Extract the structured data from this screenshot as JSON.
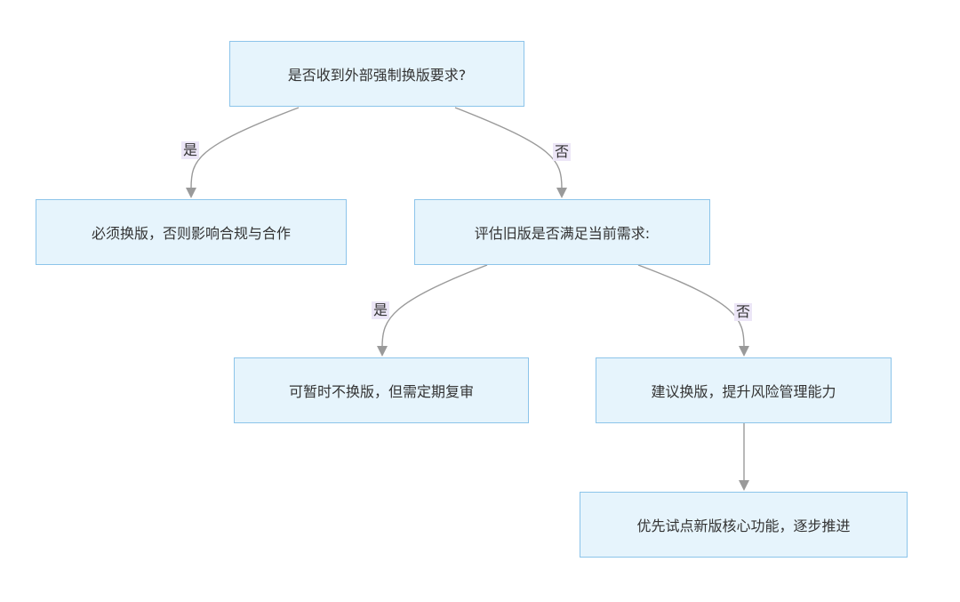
{
  "nodes": {
    "q1": "是否收到外部强制换版要求?",
    "must": "必须换版，否则影响合规与合作",
    "q2": "评估旧版是否满足当前需求:",
    "defer": "可暂时不换版，但需定期复审",
    "suggest": "建议换版，提升风险管理能力",
    "pilot": "优先试点新版核心功能，逐步推进"
  },
  "edges": {
    "q1_must": "是",
    "q1_q2": "否",
    "q2_defer": "是",
    "q2_suggest": "否"
  },
  "colors": {
    "node_fill": "#e6f4fc",
    "node_border": "#8cc4ea",
    "edge": "#9a9a9a",
    "label_bg": "#ece6f7"
  }
}
